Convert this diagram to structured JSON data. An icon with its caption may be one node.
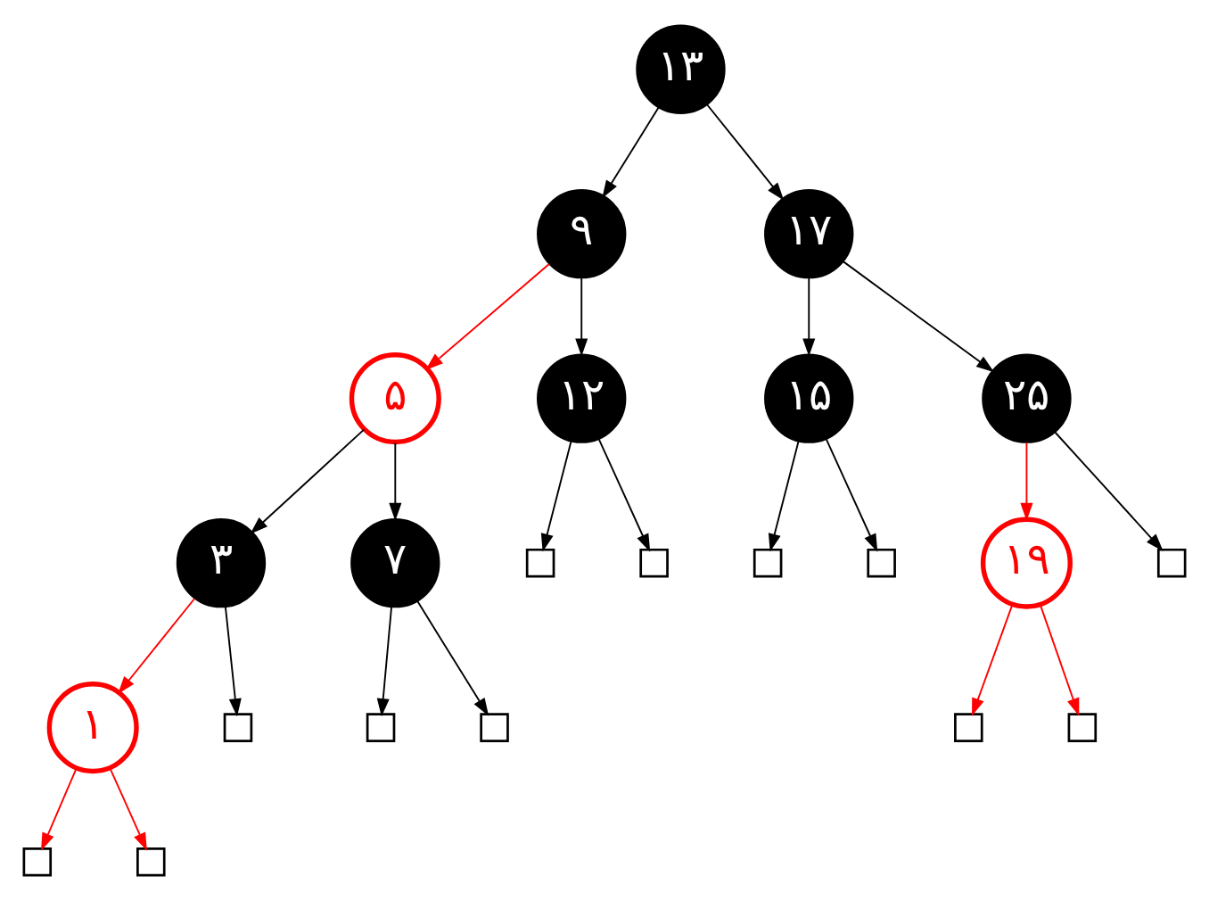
{
  "diagram": {
    "nodes": [
      {
        "text": [
          "۱۳"
        ]
      },
      {
        "text": [
          "۹"
        ]
      },
      {
        "text": [
          "۱۷"
        ]
      },
      {
        "text": [
          "۵"
        ]
      },
      {
        "text": [
          "۱۲"
        ]
      },
      {
        "text": [
          "۱۵"
        ]
      },
      {
        "text": [
          "۲۵"
        ]
      },
      {
        "text": [
          "۳"
        ]
      },
      {
        "text": [
          "۷"
        ]
      },
      {
        "text": [],
        "shape": "box"
      },
      {
        "text": [],
        "shape": "box"
      },
      {
        "text": [],
        "shape": "box"
      },
      {
        "text": [],
        "shape": "box"
      },
      {
        "text": [
          "۱۹"
        ]
      },
      {
        "text": [],
        "shape": "box"
      },
      {
        "text": [
          "۱"
        ]
      },
      {
        "text": [],
        "shape": "box"
      },
      {
        "text": [],
        "shape": "box"
      },
      {
        "text": [],
        "shape": "box"
      },
      {
        "text": [],
        "shape": "box"
      },
      {
        "text": [],
        "shape": "box"
      },
      {
        "text": [],
        "shape": "box"
      },
      {
        "text": [],
        "shape": "box"
      }
    ],
    "edges": [
      {
        "from": 0,
        "to": 1,
        "arrow": "to"
      },
      {
        "from": 0,
        "to": 2,
        "arrow": "to"
      },
      {
        "from": 1,
        "to": 3,
        "arrow": "to",
        "color": "#ff0000"
      },
      {
        "from": 1,
        "to": 4,
        "arrow": "to"
      },
      {
        "from": 2,
        "to": 5,
        "arrow": "to"
      },
      {
        "from": 2,
        "to": 6,
        "arrow": "to"
      },
      {
        "from": 3,
        "to": 7,
        "arrow": "to"
      },
      {
        "from": 3,
        "to": 8,
        "arrow": "to"
      },
      {
        "from": 4,
        "to": 9,
        "arrow": "to"
      },
      {
        "from": 4,
        "to": 10,
        "arrow": "to"
      },
      {
        "from": 5,
        "to": 11,
        "arrow": "to"
      },
      {
        "from": 5,
        "to": 12,
        "arrow": "to"
      },
      {
        "from": 6,
        "to": 13,
        "arrow": "to",
        "color": "#ff0000"
      },
      {
        "from": 6,
        "to": 14,
        "arrow": "to"
      },
      {
        "from": 7,
        "to": 15,
        "arrow": "to",
        "color": "#ff0000"
      },
      {
        "from": 7,
        "to": 16,
        "arrow": "to"
      },
      {
        "from": 8,
        "to": 17,
        "arrow": "to"
      },
      {
        "from": 8,
        "to": 18,
        "arrow": "to"
      },
      {
        "from": 13,
        "to": 19,
        "arrow": "to",
        "color": "#ff0000"
      },
      {
        "from": 13,
        "to": 20,
        "arrow": "to",
        "color": "#ff0000"
      },
      {
        "from": 15,
        "to": 21,
        "arrow": "to",
        "color": "#ff0000"
      },
      {
        "from": 15,
        "to": 22,
        "arrow": "to",
        "color": "#ff0000"
      }
    ]
  }
}
